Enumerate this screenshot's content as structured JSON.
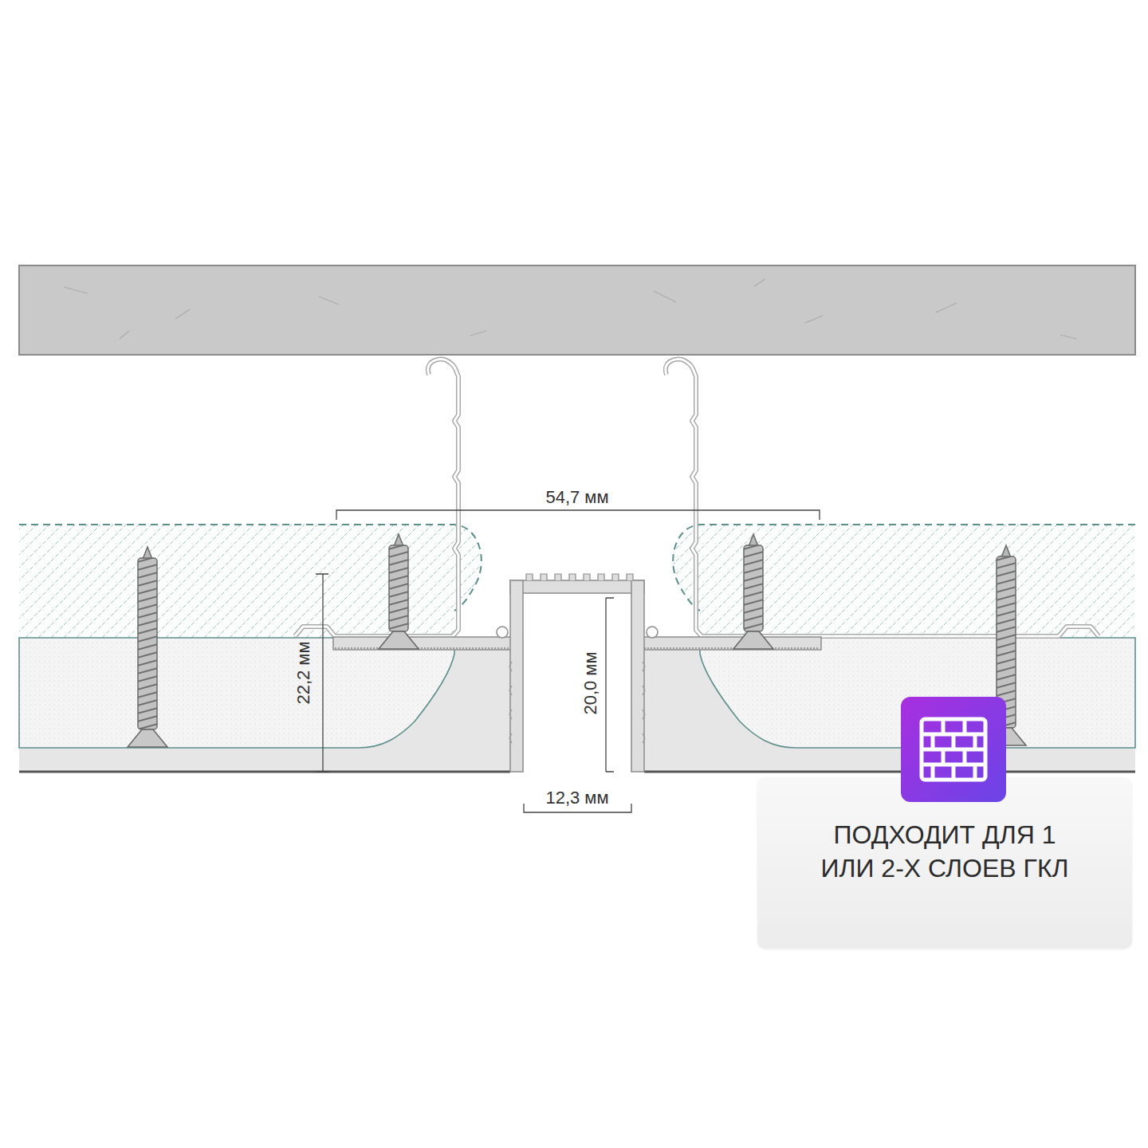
{
  "diagram": {
    "nodes": [
      {
        "text": [
          "ПОДХОДИТ ДЛЯ 1 ИЛИ 2-Х СЛОЕВ ГКЛ"
        ]
      }
    ],
    "labels": [
      "54,7 мм",
      "22,2 мм",
      "20,0 мм",
      "12,3 мм"
    ]
  }
}
